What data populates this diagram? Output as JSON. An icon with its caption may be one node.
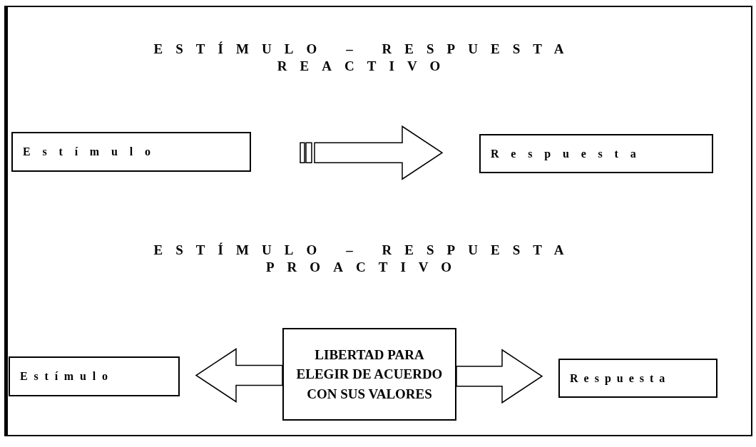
{
  "diagram": {
    "nodes": [
      {
        "text": [
          "Estímulo"
        ]
      },
      {
        "text": [
          "Respuesta"
        ]
      },
      {
        "text": [
          "Estímulo"
        ]
      },
      {
        "text": [
          "LIBERTAD PARA ELEGIR DE ACUERDO CON SUS VALORES"
        ]
      },
      {
        "text": [
          "Respuesta"
        ]
      }
    ],
    "edges": [
      {
        "from": 0,
        "to": 1,
        "arrow": "to"
      },
      {
        "from": 3,
        "to": 2,
        "arrow": "to"
      },
      {
        "from": 3,
        "to": 4,
        "arrow": "to"
      }
    ],
    "labels": [
      "ESTÍMULO – RESPUESTA",
      "REACTIVO",
      "ESTÍMULO – RESPUESTA",
      "PROACTIVO"
    ]
  }
}
